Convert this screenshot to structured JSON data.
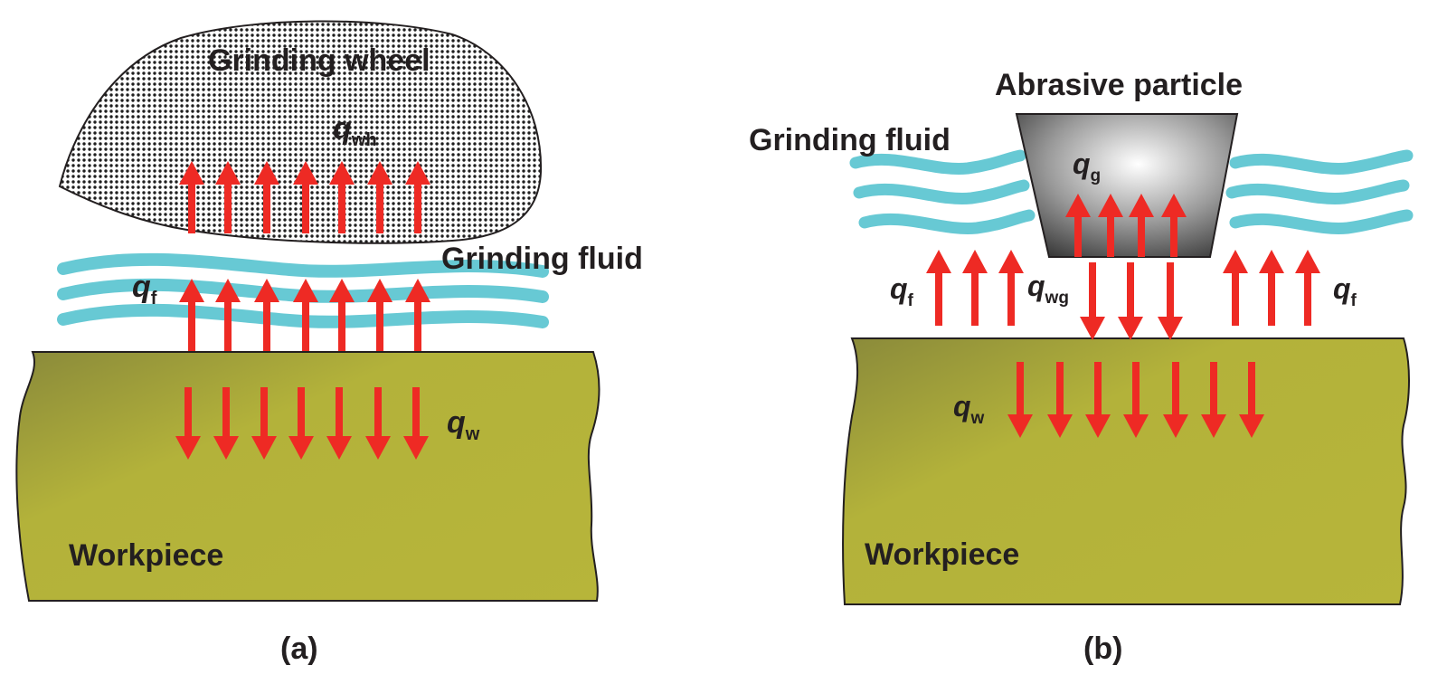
{
  "panel_a": {
    "caption": "(a)",
    "wheel_label": "Grinding wheel",
    "fluid_label": "Grinding fluid",
    "workpiece_label": "Workpiece",
    "q_wh": {
      "symbol": "q",
      "sub": "wh"
    },
    "q_f": {
      "symbol": "q",
      "sub": "f"
    },
    "q_w": {
      "symbol": "q",
      "sub": "w"
    }
  },
  "panel_b": {
    "caption": "(b)",
    "particle_label": "Abrasive particle",
    "fluid_label": "Grinding fluid",
    "workpiece_label": "Workpiece",
    "q_g": {
      "symbol": "q",
      "sub": "g"
    },
    "q_wg": {
      "symbol": "q",
      "sub": "wg"
    },
    "q_f_left": {
      "symbol": "q",
      "sub": "f"
    },
    "q_f_right": {
      "symbol": "q",
      "sub": "f"
    },
    "q_w": {
      "symbol": "q",
      "sub": "w"
    }
  },
  "colors": {
    "arrow": "#ee2a24",
    "fluid": "#67c9d4",
    "workpiece": "#b3b23a",
    "workpiece_dark": "#8a8a3a",
    "outline": "#231f20"
  },
  "icons": {
    "wheel": "dotted-wheel-shape",
    "particle": "trapezoid-particle-shape",
    "heat_arrow": "red-arrow"
  }
}
